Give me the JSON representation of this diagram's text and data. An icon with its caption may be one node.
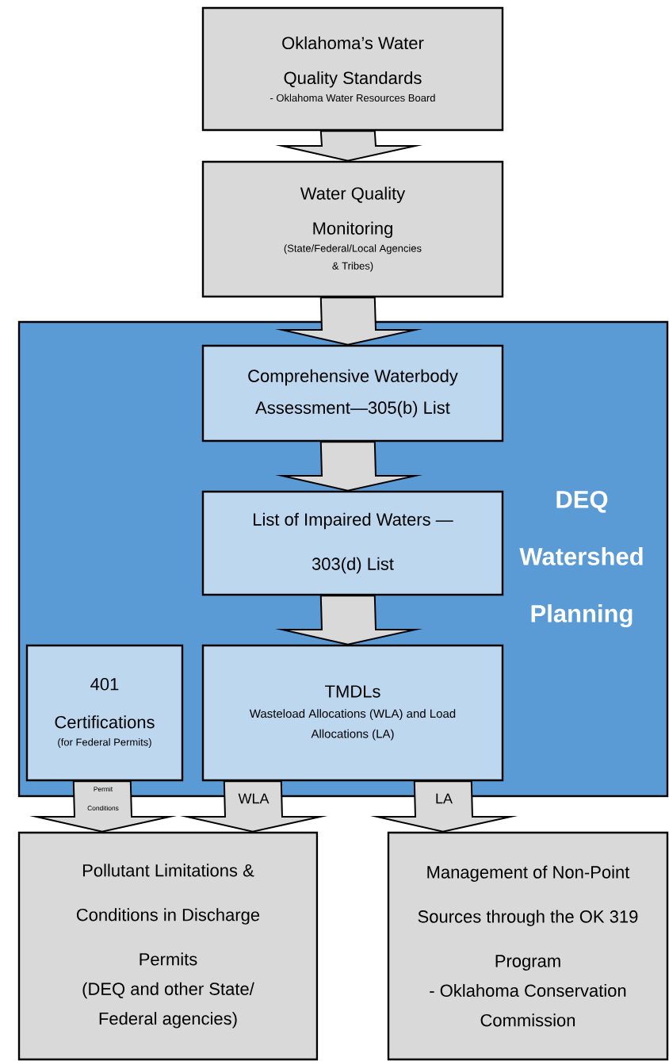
{
  "diagram": {
    "nodes": [
      {
        "text": [
          "Oklahoma’s Water Quality Standards",
          "- Oklahoma Water Resources Board"
        ]
      },
      {
        "text": [
          "Water Quality Monitoring",
          "(State/Federal/Local Agencies & Tribes)"
        ]
      },
      {
        "text": [
          "DEQ Watershed Planning"
        ]
      },
      {
        "text": [
          "Comprehensive Waterbody Assessment—305(b) List"
        ],
        "in": 2
      },
      {
        "text": [
          "List of Impaired Waters — 303(d) List"
        ],
        "in": 2
      },
      {
        "text": [
          "401 Certifications",
          "(for Federal Permits)"
        ],
        "in": 2
      },
      {
        "text": [
          "TMDLs",
          "Wasteload Allocations (WLA) and Load Allocations (LA)"
        ],
        "in": 2
      },
      {
        "text": [
          "Pollutant Limitations & Conditions in Discharge Permits",
          "(DEQ and other State/ Federal agencies)"
        ]
      },
      {
        "text": [
          "Management of Non-Point Sources through the OK 319 Program",
          "- Oklahoma Conservation Commission"
        ]
      }
    ],
    "edges": [
      {
        "from": 0,
        "to": 1,
        "arrow": "to"
      },
      {
        "from": 1,
        "to": 3,
        "arrow": "to"
      },
      {
        "from": 3,
        "to": 4,
        "arrow": "to"
      },
      {
        "from": 4,
        "to": 6,
        "arrow": "to"
      },
      {
        "from": 5,
        "to": 7,
        "arrow": "to",
        "label": "Permit Conditions"
      },
      {
        "from": 6,
        "to": 7,
        "arrow": "to",
        "label": "WLA"
      },
      {
        "from": 6,
        "to": 8,
        "arrow": "to",
        "label": "LA"
      }
    ]
  }
}
